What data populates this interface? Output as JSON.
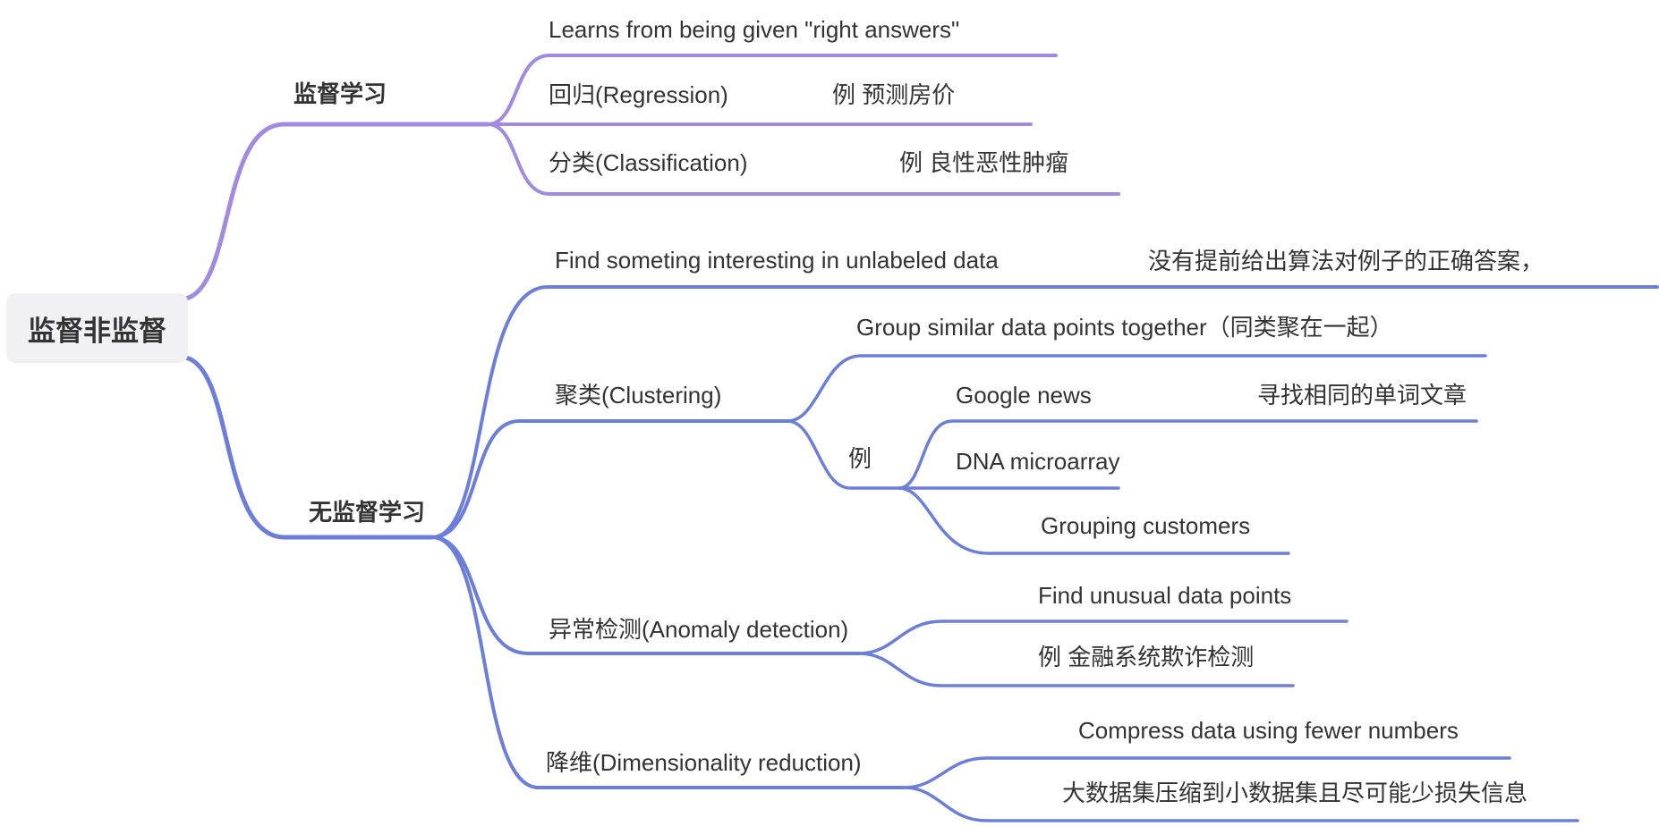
{
  "colors": {
    "branch_supervised": "#A18AE0",
    "branch_unsupervised": "#6B7ED9",
    "text": "#333333",
    "root_background": "#F1F1F3"
  },
  "mindmap": {
    "root": {
      "label": "监督非监督"
    },
    "branches": [
      {
        "label": "监督学习",
        "children": [
          {
            "label": "Learns from being given \"right answers\""
          },
          {
            "label": "回归(Regression)",
            "children": [
              {
                "label": "例 预测房价"
              }
            ]
          },
          {
            "label": "分类(Classification)",
            "children": [
              {
                "label": "例 良性恶性肿瘤"
              }
            ]
          }
        ]
      },
      {
        "label": "无监督学习",
        "children": [
          {
            "label": "Find someting interesting in unlabeled data",
            "children": [
              {
                "label": "没有提前给出算法对例子的正确答案，"
              }
            ]
          },
          {
            "label": "聚类(Clustering)",
            "children": [
              {
                "label": "Group similar data points together（同类聚在一起）"
              },
              {
                "label": "例",
                "children": [
                  {
                    "label": "Google news",
                    "children": [
                      {
                        "label": "寻找相同的单词文章"
                      }
                    ]
                  },
                  {
                    "label": "DNA microarray"
                  },
                  {
                    "label": "Grouping customers"
                  }
                ]
              }
            ]
          },
          {
            "label": "异常检测(Anomaly detection)",
            "children": [
              {
                "label": "Find unusual data points"
              },
              {
                "label": "例 金融系统欺诈检测"
              }
            ]
          },
          {
            "label": "降维(Dimensionality reduction)",
            "children": [
              {
                "label": "Compress data using fewer numbers"
              },
              {
                "label": "大数据集压缩到小数据集且尽可能少损失信息"
              }
            ]
          }
        ]
      }
    ]
  }
}
